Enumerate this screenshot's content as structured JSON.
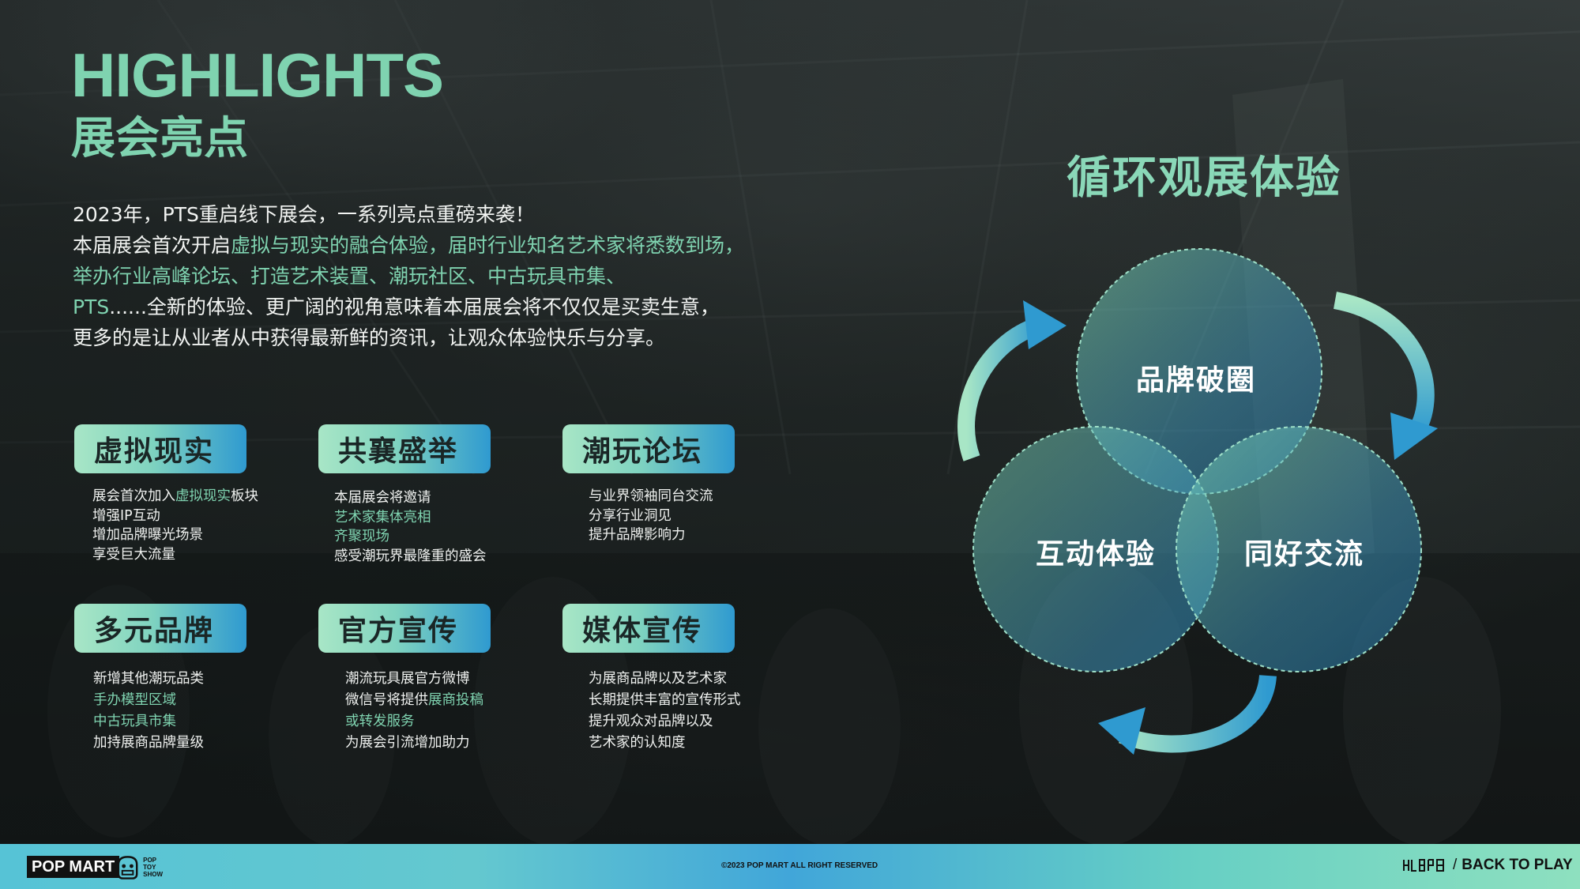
{
  "header": {
    "title_en": "HIGHLIGHTS",
    "title_cn": "展会亮点"
  },
  "intro": {
    "line1": "2023年，PTS重启线下展会，一系列亮点重磅来袭！",
    "line2_a": "本届展会首次开启",
    "line2_b": "虚拟与现实的融合体验，届时行业知名艺术家将悉数到场，",
    "line3": "举办行业高峰论坛、打造艺术装置、潮玩社区、中古玩具市集、",
    "line4_a": "PTS",
    "line4_b": "......全新的体验、更广阔的视角意味着本届展会将不仅仅是买卖生意，",
    "line5": "更多的是让从业者从中获得最新鲜的资讯，让观众体验快乐与分享。"
  },
  "highlights": [
    {
      "title": "虚拟现实",
      "lines": [
        {
          "a": "展会首次加入",
          "hl": "虚拟现实",
          "b": "板块"
        },
        {
          "a": "增强IP互动"
        },
        {
          "a": "增加品牌曝光场景"
        },
        {
          "a": "享受巨大流量"
        }
      ]
    },
    {
      "title": "共襄盛举",
      "lines": [
        {
          "a": "本届展会将邀请"
        },
        {
          "hl": "艺术家集体亮相"
        },
        {
          "hl": "齐聚现场"
        },
        {
          "a": "感受潮玩界最隆重的盛会"
        }
      ]
    },
    {
      "title": "潮玩论坛",
      "lines": [
        {
          "a": "与业界领袖同台交流"
        },
        {
          "a": "分享行业洞见"
        },
        {
          "a": "提升品牌影响力"
        }
      ]
    },
    {
      "title": "多元品牌",
      "lines": [
        {
          "a": "新增其他潮玩品类"
        },
        {
          "hl": "手办模型区域"
        },
        {
          "hl": "中古玩具市集"
        },
        {
          "a": "加持展商品牌量级"
        }
      ]
    },
    {
      "title": "官方宣传",
      "lines": [
        {
          "a": "潮流玩具展官方微博"
        },
        {
          "a": "微信号将提供",
          "hl": "展商投稿"
        },
        {
          "hl": "或转发服务"
        },
        {
          "a": "为展会引流增加助力"
        }
      ]
    },
    {
      "title": "媒体宣传",
      "lines": [
        {
          "a": "为展商品牌以及艺术家"
        },
        {
          "a": "长期提供丰富的宣传形式"
        },
        {
          "a": "提升观众对品牌以及"
        },
        {
          "a": "艺术家的认知度"
        }
      ]
    }
  ],
  "cycle": {
    "title": "循环观展体验",
    "circles": [
      "品牌破圈",
      "互动体验",
      "同好交流"
    ]
  },
  "footer": {
    "brand": "POP MART",
    "pts_logo_text": [
      "POP",
      "TOY",
      "SHOW"
    ],
    "copyright": "©2023 POP MART ALL RIGHT RESERVED",
    "slash": "/",
    "back_to_play": "BACK TO PLAY"
  },
  "colors": {
    "accent_mint": "#7fd3b0",
    "tag_gradient_start": "#a8e6c6",
    "tag_gradient_end": "#2f9ad0",
    "footer_gradient_mid": "#41a6d9"
  },
  "icons": [
    "arrow-top-left-icon",
    "arrow-top-right-icon",
    "arrow-bottom-icon",
    "pts-mascot-icon",
    "tuitui-logo-icon"
  ]
}
